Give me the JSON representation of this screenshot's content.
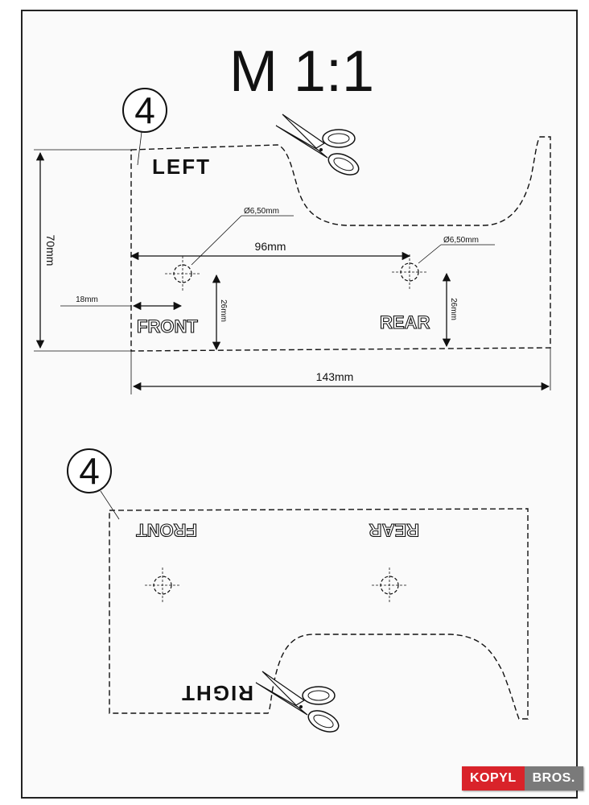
{
  "title": "M 1:1",
  "template_left": {
    "part_number": "4",
    "side_label": "LEFT",
    "front_label": "FRONT",
    "rear_label": "REAR",
    "hole_front_diameter": "Ø6,50mm",
    "hole_rear_diameter": "Ø6,50mm",
    "dim_height": "70mm",
    "dim_hole_spacing": "96mm",
    "dim_front_offset": "18mm",
    "dim_front_hole_height": "26mm",
    "dim_rear_hole_height": "26mm",
    "dim_total_length": "143mm"
  },
  "template_right": {
    "part_number": "4",
    "side_label": "RIGHT",
    "front_label": "FRONT",
    "rear_label": "REAR"
  },
  "icons": {
    "cut_top": "scissors-icon",
    "cut_bottom": "scissors-icon"
  },
  "brand": {
    "name_part1": "KOPYL",
    "name_part2": "BROS.",
    "color_primary": "#d9232a",
    "color_secondary": "#7a7a7a"
  }
}
